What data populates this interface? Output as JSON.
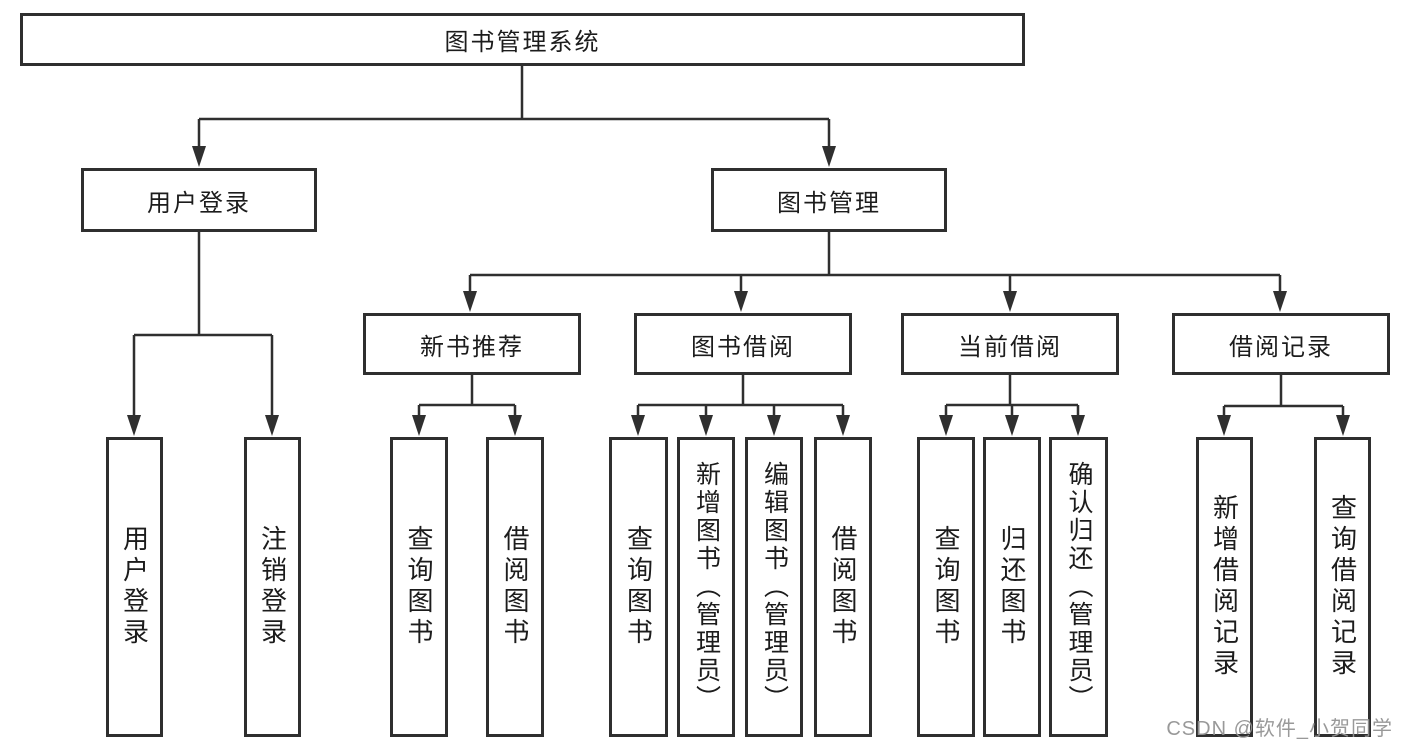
{
  "diagram": {
    "root": {
      "label": "图书管理系统"
    },
    "login": {
      "label": "用户登录",
      "children": [
        {
          "label": "用户登录"
        },
        {
          "label": "注销登录"
        }
      ]
    },
    "management": {
      "label": "图书管理",
      "sections": [
        {
          "label": "新书推荐",
          "children": [
            {
              "label": "查询图书"
            },
            {
              "label": "借阅图书"
            }
          ]
        },
        {
          "label": "图书借阅",
          "children": [
            {
              "label": "查询图书"
            },
            {
              "label": "新增图书（管理员）"
            },
            {
              "label": "编辑图书（管理员）"
            },
            {
              "label": "借阅图书"
            }
          ]
        },
        {
          "label": "当前借阅",
          "children": [
            {
              "label": "查询图书"
            },
            {
              "label": "归还图书"
            },
            {
              "label": "确认归还（管理员）"
            }
          ]
        },
        {
          "label": "借阅记录",
          "children": [
            {
              "label": "新增借阅记录"
            },
            {
              "label": "查询借阅记录"
            }
          ]
        }
      ]
    }
  },
  "watermark": {
    "text": "CSDN @软件_小贺同学"
  },
  "colors": {
    "line": "#2f2f2f",
    "box_border": "#2f2f2f",
    "text": "#1c1c1c",
    "watermark_gray": "#949494",
    "background": "#ffffff"
  }
}
